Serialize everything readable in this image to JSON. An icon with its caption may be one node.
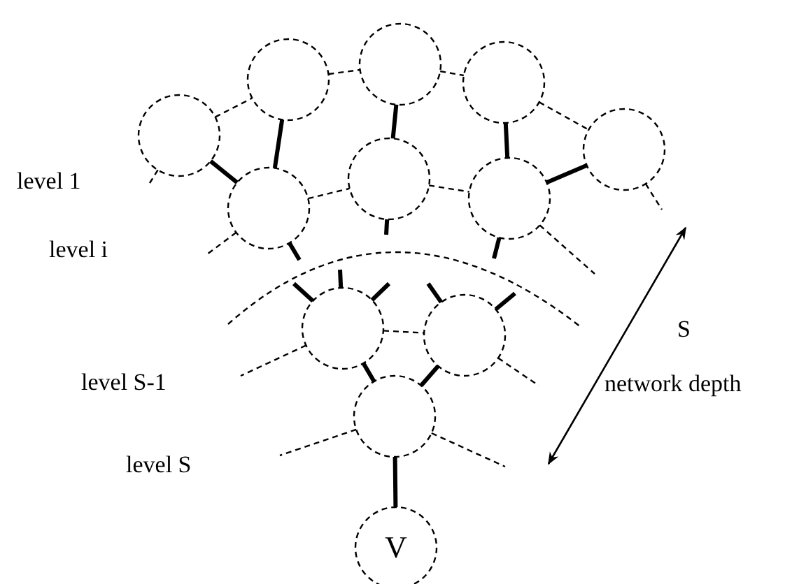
{
  "diagram": {
    "nodes": [
      {
        "text": [],
        "shape": "circle"
      },
      {
        "text": [],
        "shape": "circle"
      },
      {
        "text": [],
        "shape": "circle"
      },
      {
        "text": [],
        "shape": "circle"
      },
      {
        "text": [],
        "shape": "circle"
      },
      {
        "text": [],
        "shape": "circle"
      },
      {
        "text": [],
        "shape": "circle"
      },
      {
        "text": [],
        "shape": "circle"
      },
      {
        "text": [],
        "shape": "circle"
      },
      {
        "text": [],
        "shape": "circle"
      },
      {
        "text": [],
        "shape": "circle"
      },
      {
        "text": [
          "V"
        ]
      }
    ],
    "edges": [
      {
        "from": 0,
        "to": 1,
        "arrow": "none",
        "style": "dashed"
      },
      {
        "from": 1,
        "to": 2,
        "arrow": "none",
        "style": "dashed"
      },
      {
        "from": 2,
        "to": 3,
        "arrow": "none",
        "style": "dashed"
      },
      {
        "from": 3,
        "to": 4,
        "arrow": "none",
        "style": "dashed"
      },
      {
        "from": 0,
        "to": 5,
        "arrow": "none"
      },
      {
        "from": 1,
        "to": 5,
        "arrow": "none"
      },
      {
        "from": 2,
        "to": 6,
        "arrow": "none"
      },
      {
        "from": 3,
        "to": 7,
        "arrow": "none"
      },
      {
        "from": 4,
        "to": 7,
        "arrow": "none"
      },
      {
        "from": 5,
        "to": 6,
        "arrow": "none",
        "style": "dashed"
      },
      {
        "from": 6,
        "to": 7,
        "arrow": "none",
        "style": "dashed"
      },
      {
        "from": 0,
        "to": null,
        "arrow": "none",
        "style": "dashed"
      },
      {
        "from": 4,
        "to": null,
        "arrow": "none",
        "style": "dashed"
      },
      {
        "from": 5,
        "to": null,
        "arrow": "none",
        "style": "dashed"
      },
      {
        "from": 7,
        "to": null,
        "arrow": "none",
        "style": "dashed"
      },
      {
        "from": 5,
        "to": null,
        "arrow": "none"
      },
      {
        "from": 6,
        "to": null,
        "arrow": "none"
      },
      {
        "from": 7,
        "to": null,
        "arrow": "none"
      },
      {
        "from": null,
        "to": 8,
        "arrow": "none"
      },
      {
        "from": null,
        "to": 8,
        "arrow": "none"
      },
      {
        "from": null,
        "to": 8,
        "arrow": "none"
      },
      {
        "from": null,
        "to": 9,
        "arrow": "none"
      },
      {
        "from": null,
        "to": 9,
        "arrow": "none"
      },
      {
        "from": 8,
        "to": 9,
        "arrow": "none",
        "style": "dashed"
      },
      {
        "from": 8,
        "to": null,
        "arrow": "none",
        "style": "dashed"
      },
      {
        "from": 9,
        "to": null,
        "arrow": "none",
        "style": "dashed"
      },
      {
        "from": 8,
        "to": 10,
        "arrow": "none"
      },
      {
        "from": 9,
        "to": 10,
        "arrow": "none"
      },
      {
        "from": 10,
        "to": null,
        "arrow": "none",
        "style": "dashed"
      },
      {
        "from": 10,
        "to": null,
        "arrow": "none",
        "style": "dashed"
      },
      {
        "from": 10,
        "to": 11,
        "arrow": "none"
      }
    ],
    "labels": [
      "level 1",
      "level i",
      "level S-1",
      "level S",
      "S",
      "network depth"
    ]
  }
}
